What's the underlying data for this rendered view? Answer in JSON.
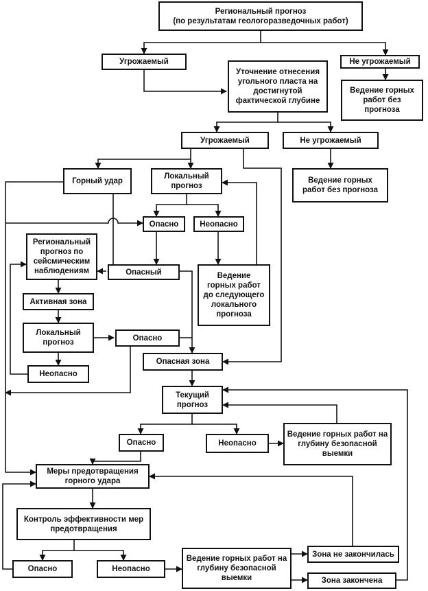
{
  "nodes": {
    "regional_forecast": "Региональный прогноз\n(по результатам геологоразведочных работ)",
    "threatened_1": "Угрожаемый",
    "refine": "Уточнение отнесения\nугольного пласта на\nдостигнутой\nфактической глубине",
    "not_threatened_1": "Не угрожаемый",
    "mining_no_forecast_1": "Ведение горных\nработ без\nпрогноза",
    "threatened_2": "Угрожаемый",
    "not_threatened_2": "Не угрожаемый",
    "mining_no_forecast_2": "Ведение горных\nработ без прогноза",
    "rock_burst": "Горный удар",
    "local_forecast_1": "Локальный\nпрогноз",
    "dangerous_1": "Опасно",
    "not_dangerous_1": "Неопасно",
    "regional_seismic": "Региональный\nпрогноз по\nсейсмическим\nнаблюдениям",
    "dangerous_zone_type": "Опасный",
    "mining_until_next": "Ведение\nгорных работ\nдо следующего\nлокального\nпрогноза",
    "active_zone": "Активная зона",
    "local_forecast_2": "Локальный\nпрогноз",
    "dangerous_2": "Опасно",
    "not_dangerous_2": "Неопасно",
    "dangerous_zone": "Опасная зона",
    "current_forecast": "Текущий\nпрогноз",
    "dangerous_3": "Опасно",
    "not_dangerous_3": "Неопасно",
    "mining_safe_depth_1": "Ведение горных работ на\nглубину безопасной\nвыемки",
    "prevention": "Меры предотвращения\nгорного удара",
    "efficiency_control": "Контроль эффективности мер\nпредотвращения",
    "zone_not_finished": "Зона не закончилась",
    "dangerous_4": "Опасно",
    "not_dangerous_4": "Неопасно",
    "mining_safe_depth_2": "Ведение горных работ на\nглубину безопасной\nвыемки",
    "zone_finished": "Зона закончена"
  }
}
